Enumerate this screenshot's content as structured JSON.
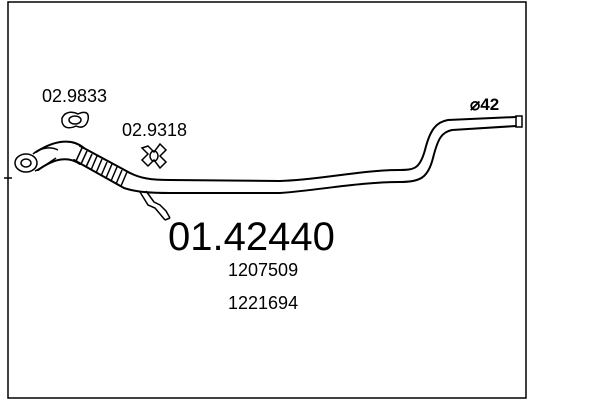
{
  "diagram": {
    "main_part_number": "01.42440",
    "reference_numbers": [
      "1207509",
      "1221694"
    ],
    "gasket_part_number": "02.9833",
    "clamp_part_number": "02.9318",
    "pipe_diameter_label": "⌀42"
  }
}
